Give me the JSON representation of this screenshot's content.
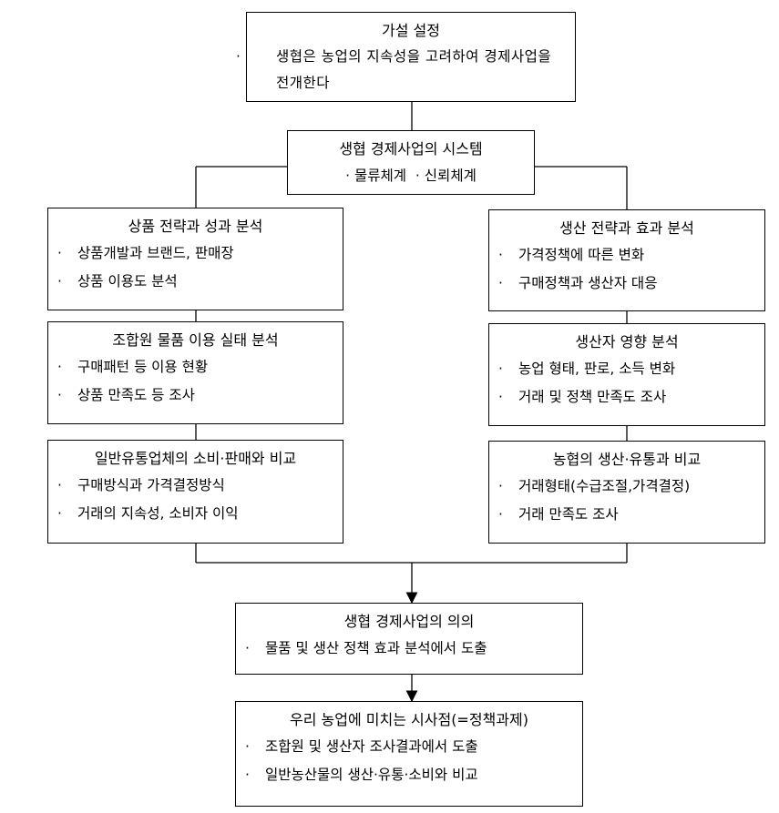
{
  "bullet": "·",
  "hypothesis": {
    "title": "가설 설정",
    "items": [
      "생협은 농업의 지속성을 고려하여 경제사업을 전개한다"
    ]
  },
  "system": {
    "title": "생협 경제사업의 시스템",
    "items": [
      "물류체계",
      "신뢰체계"
    ]
  },
  "left": [
    {
      "title": "상품 전략과 성과 분석",
      "items": [
        "상품개발과 브랜드, 판매장",
        "상품 이용도 분석"
      ]
    },
    {
      "title": "조합원 물품 이용 실태 분석",
      "items": [
        "구매패턴 등 이용 현황",
        "상품 만족도 등 조사"
      ]
    },
    {
      "title": "일반유통업체의 소비·판매와 비교",
      "items": [
        "구매방식과 가격결정방식",
        "거래의 지속성, 소비자 이익"
      ]
    }
  ],
  "right": [
    {
      "title": "생산 전략과 효과 분석",
      "items": [
        "가격정책에 따른 변화",
        "구매정책과 생산자 대응"
      ]
    },
    {
      "title": "생산자 영향 분석",
      "items": [
        "농업 형태, 판로, 소득 변화",
        "거래 및 정책 만족도 조사"
      ]
    },
    {
      "title": "농협의 생산·유통과 비교",
      "items": [
        "거래형태(수급조절,가격결정)",
        "거래 만족도 조사"
      ]
    }
  ],
  "significance": {
    "title": "생협 경제사업의 의의",
    "items": [
      "물품 및 생산 정책 효과 분석에서 도출"
    ]
  },
  "implications": {
    "title": "우리 농업에 미치는 시사점(=정책과제)",
    "items": [
      "조합원 및 생산자 조사결과에서 도출",
      "일반농산물의 생산·유통·소비와 비교"
    ]
  }
}
